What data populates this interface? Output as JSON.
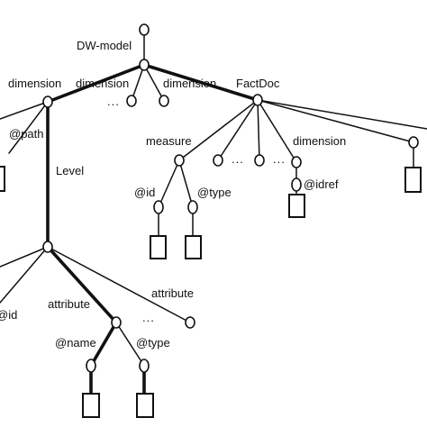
{
  "diagram": {
    "labels": {
      "dw_model": "DW-model",
      "dimension_1": "dimension",
      "dimension_2": "dimension",
      "dimension_3": "dimension",
      "factdoc": "FactDoc",
      "path": "@path",
      "level": "Level",
      "measure": "measure",
      "dimension_4": "dimension",
      "measure_id": "@id",
      "measure_type": "@type",
      "idref": "@idref",
      "level_id": "@id",
      "attribute_1": "attribute",
      "attribute_2": "attribute",
      "attr_name": "@name",
      "attr_type": "@type",
      "ellipsis": "..."
    }
  }
}
